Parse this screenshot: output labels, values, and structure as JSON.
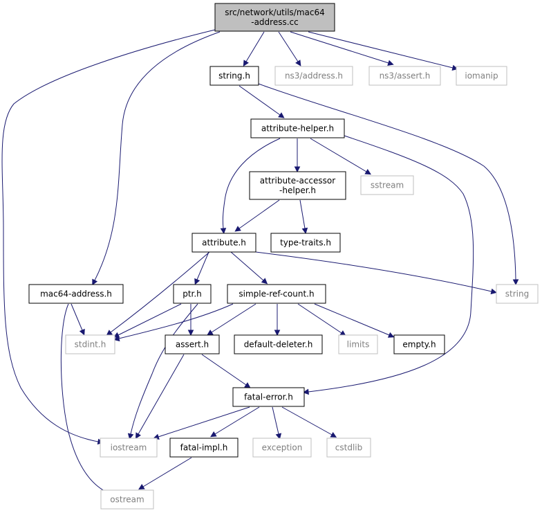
{
  "diagram": {
    "type": "include-dependency-graph",
    "root": "mac64-address-cc",
    "nodes": [
      {
        "id": "mac64-address-cc",
        "lines": [
          "src/network/utils/mac64",
          "-address.cc"
        ],
        "kind": "root"
      },
      {
        "id": "string-h",
        "lines": [
          "string.h"
        ],
        "kind": "documented"
      },
      {
        "id": "ns3-address-h",
        "lines": [
          "ns3/address.h"
        ],
        "kind": "external"
      },
      {
        "id": "ns3-assert-h",
        "lines": [
          "ns3/assert.h"
        ],
        "kind": "external"
      },
      {
        "id": "iomanip",
        "lines": [
          "iomanip"
        ],
        "kind": "external"
      },
      {
        "id": "attribute-helper-h",
        "lines": [
          "attribute-helper.h"
        ],
        "kind": "documented"
      },
      {
        "id": "attribute-accessor-helper-h",
        "lines": [
          "attribute-accessor",
          "-helper.h"
        ],
        "kind": "documented"
      },
      {
        "id": "sstream",
        "lines": [
          "sstream"
        ],
        "kind": "external"
      },
      {
        "id": "attribute-h",
        "lines": [
          "attribute.h"
        ],
        "kind": "documented"
      },
      {
        "id": "type-traits-h",
        "lines": [
          "type-traits.h"
        ],
        "kind": "documented"
      },
      {
        "id": "mac64-address-h",
        "lines": [
          "mac64-address.h"
        ],
        "kind": "documented"
      },
      {
        "id": "ptr-h",
        "lines": [
          "ptr.h"
        ],
        "kind": "documented"
      },
      {
        "id": "simple-ref-count-h",
        "lines": [
          "simple-ref-count.h"
        ],
        "kind": "documented"
      },
      {
        "id": "string",
        "lines": [
          "string"
        ],
        "kind": "external"
      },
      {
        "id": "stdint-h",
        "lines": [
          "stdint.h"
        ],
        "kind": "external"
      },
      {
        "id": "assert-h",
        "lines": [
          "assert.h"
        ],
        "kind": "documented"
      },
      {
        "id": "default-deleter-h",
        "lines": [
          "default-deleter.h"
        ],
        "kind": "documented"
      },
      {
        "id": "limits",
        "lines": [
          "limits"
        ],
        "kind": "external"
      },
      {
        "id": "empty-h",
        "lines": [
          "empty.h"
        ],
        "kind": "documented"
      },
      {
        "id": "fatal-error-h",
        "lines": [
          "fatal-error.h"
        ],
        "kind": "documented"
      },
      {
        "id": "iostream",
        "lines": [
          "iostream"
        ],
        "kind": "external"
      },
      {
        "id": "fatal-impl-h",
        "lines": [
          "fatal-impl.h"
        ],
        "kind": "documented"
      },
      {
        "id": "exception",
        "lines": [
          "exception"
        ],
        "kind": "external"
      },
      {
        "id": "cstdlib",
        "lines": [
          "cstdlib"
        ],
        "kind": "external"
      },
      {
        "id": "ostream",
        "lines": [
          "ostream"
        ],
        "kind": "external"
      }
    ],
    "edges": [
      {
        "from": "mac64-address-cc",
        "to": "string-h"
      },
      {
        "from": "mac64-address-cc",
        "to": "ns3-address-h"
      },
      {
        "from": "mac64-address-cc",
        "to": "ns3-assert-h"
      },
      {
        "from": "mac64-address-cc",
        "to": "iomanip"
      },
      {
        "from": "mac64-address-cc",
        "to": "mac64-address-h"
      },
      {
        "from": "mac64-address-cc",
        "to": "iostream"
      },
      {
        "from": "string-h",
        "to": "attribute-helper-h"
      },
      {
        "from": "string-h",
        "to": "string"
      },
      {
        "from": "attribute-helper-h",
        "to": "attribute-accessor-helper-h"
      },
      {
        "from": "attribute-helper-h",
        "to": "sstream"
      },
      {
        "from": "attribute-helper-h",
        "to": "attribute-h"
      },
      {
        "from": "attribute-helper-h",
        "to": "fatal-error-h"
      },
      {
        "from": "attribute-accessor-helper-h",
        "to": "attribute-h"
      },
      {
        "from": "attribute-accessor-helper-h",
        "to": "type-traits-h"
      },
      {
        "from": "attribute-h",
        "to": "string"
      },
      {
        "from": "attribute-h",
        "to": "ptr-h"
      },
      {
        "from": "attribute-h",
        "to": "simple-ref-count-h"
      },
      {
        "from": "attribute-h",
        "to": "stdint-h"
      },
      {
        "from": "mac64-address-h",
        "to": "stdint-h"
      },
      {
        "from": "mac64-address-h",
        "to": "ostream"
      },
      {
        "from": "ptr-h",
        "to": "stdint-h"
      },
      {
        "from": "ptr-h",
        "to": "assert-h"
      },
      {
        "from": "ptr-h",
        "to": "iostream"
      },
      {
        "from": "simple-ref-count-h",
        "to": "stdint-h"
      },
      {
        "from": "simple-ref-count-h",
        "to": "assert-h"
      },
      {
        "from": "simple-ref-count-h",
        "to": "default-deleter-h"
      },
      {
        "from": "simple-ref-count-h",
        "to": "limits"
      },
      {
        "from": "simple-ref-count-h",
        "to": "empty-h"
      },
      {
        "from": "assert-h",
        "to": "fatal-error-h"
      },
      {
        "from": "assert-h",
        "to": "iostream"
      },
      {
        "from": "fatal-error-h",
        "to": "iostream"
      },
      {
        "from": "fatal-error-h",
        "to": "fatal-impl-h"
      },
      {
        "from": "fatal-error-h",
        "to": "exception"
      },
      {
        "from": "fatal-error-h",
        "to": "cstdlib"
      },
      {
        "from": "fatal-impl-h",
        "to": "ostream"
      }
    ]
  }
}
